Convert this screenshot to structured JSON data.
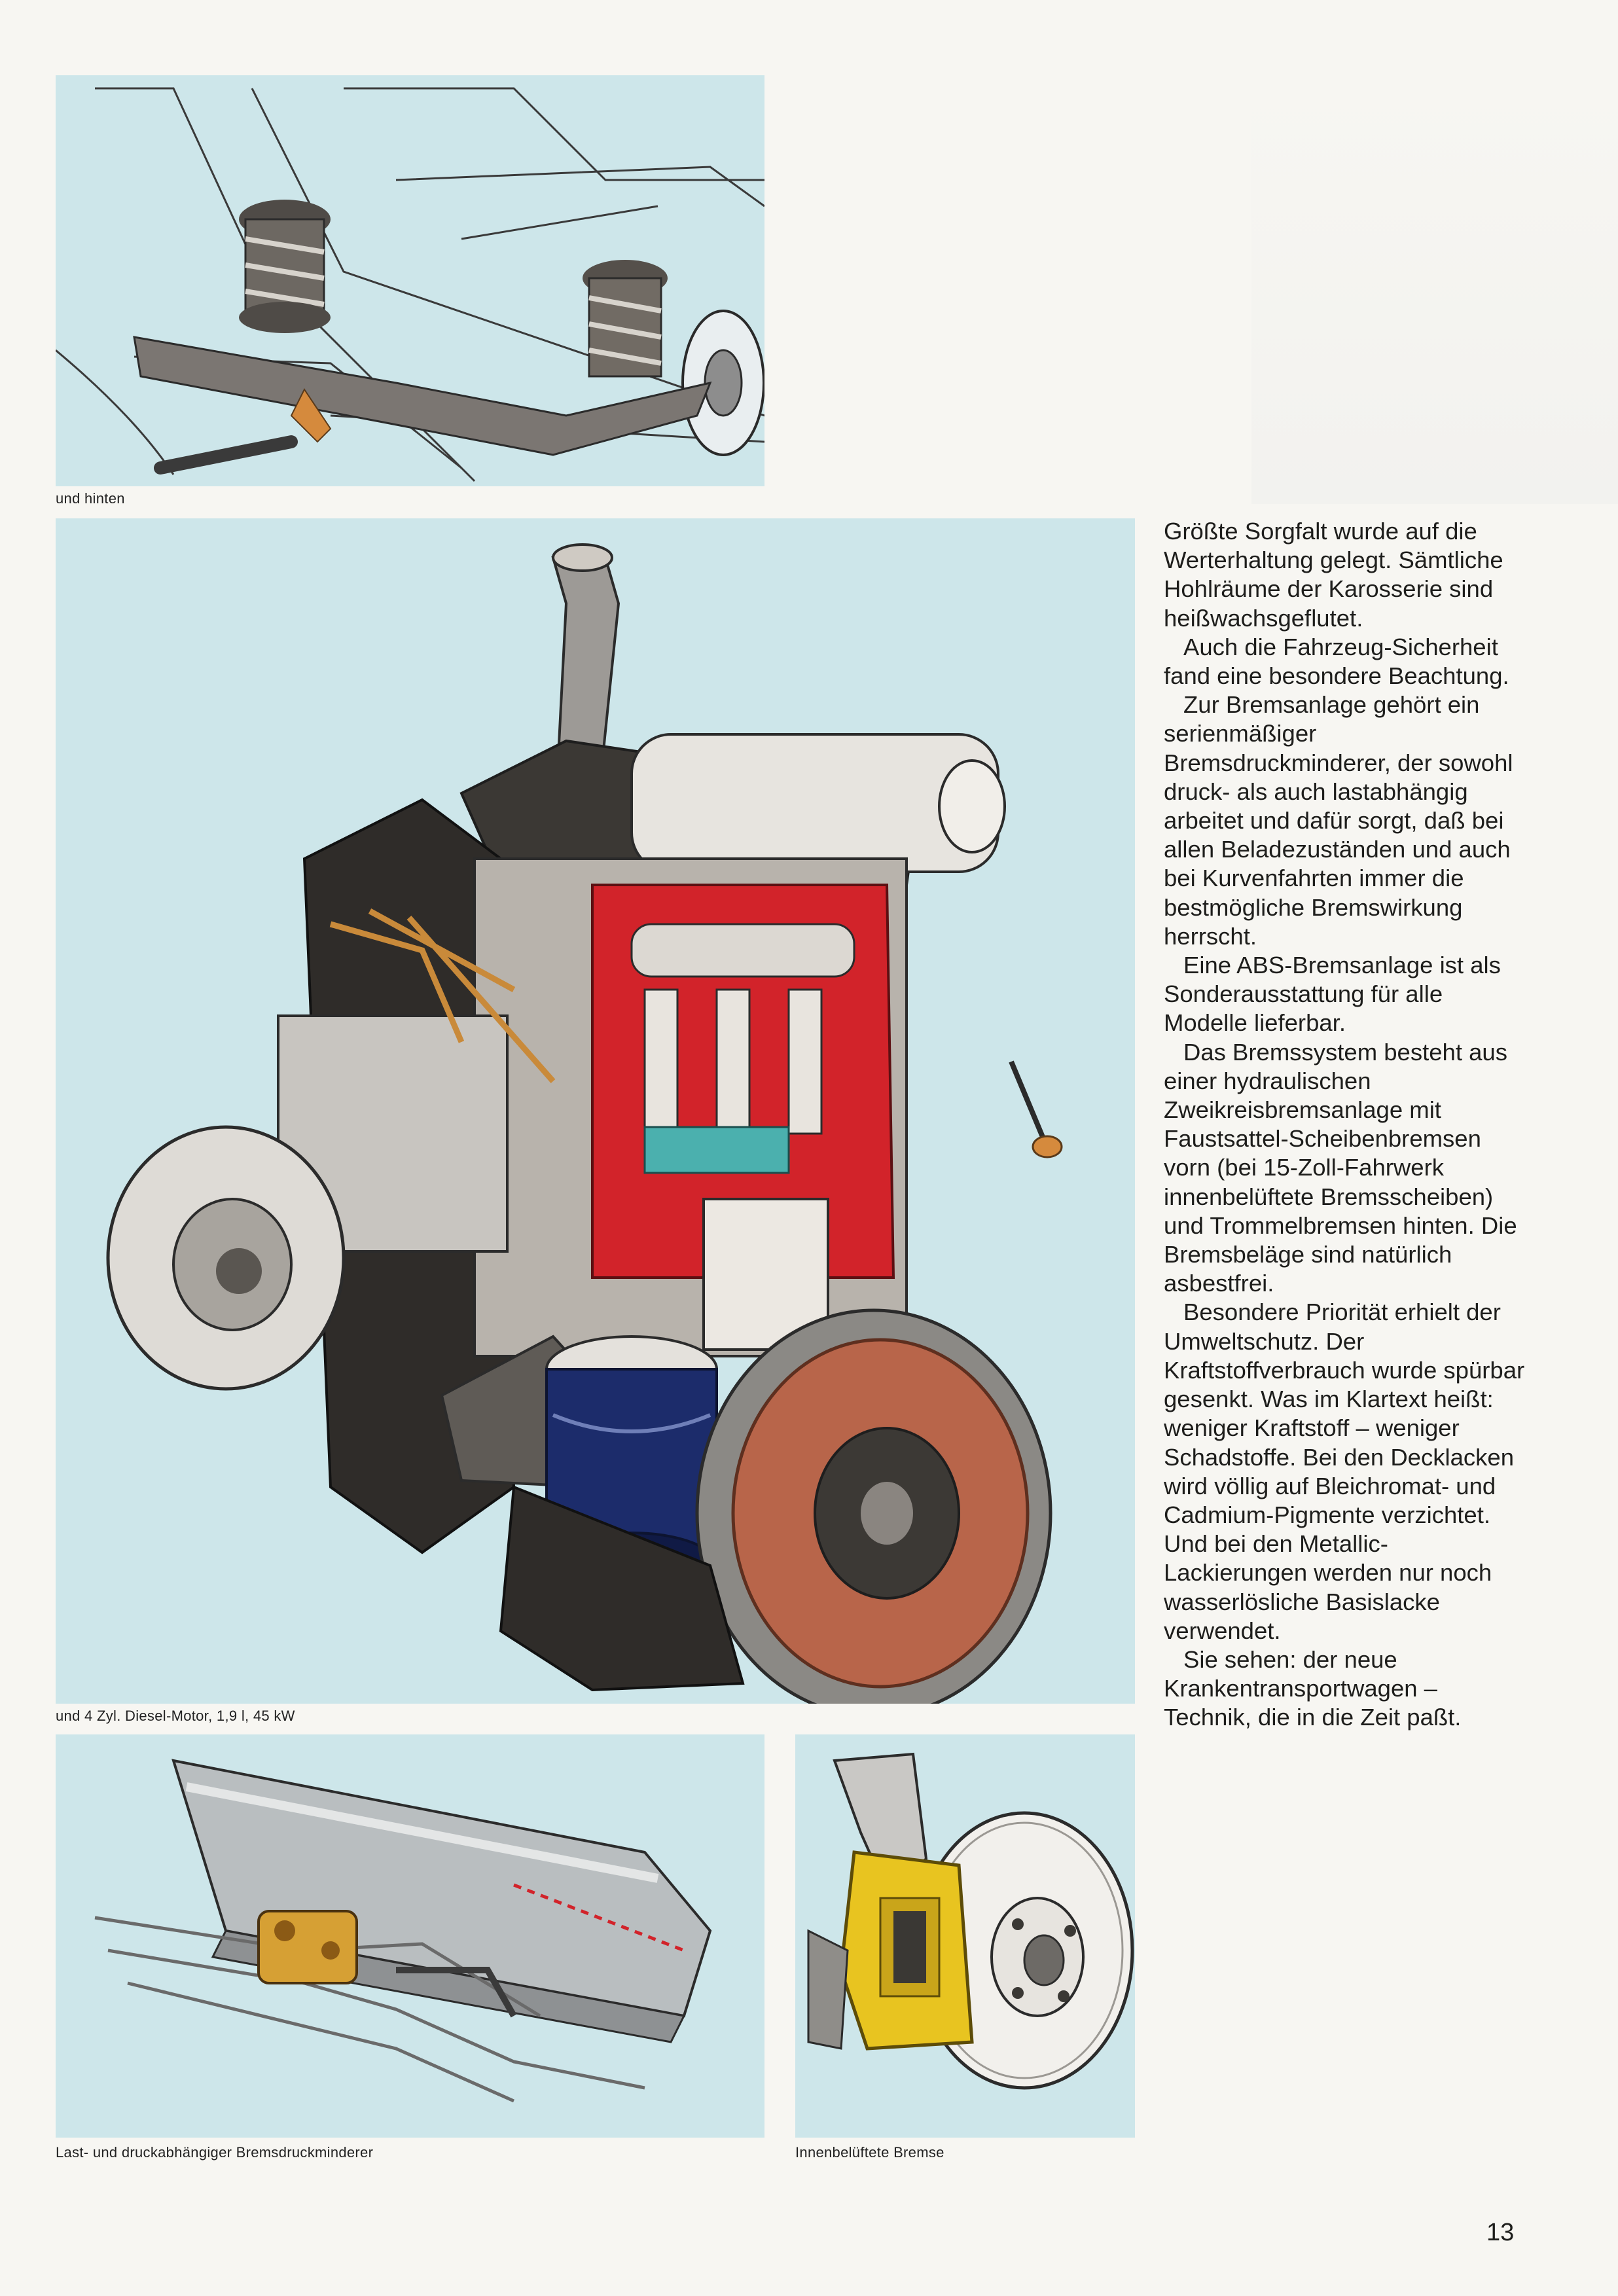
{
  "figures": {
    "rear_axle": {
      "caption": "und hinten"
    },
    "engine": {
      "caption": "und 4 Zyl. Diesel-Motor, 1,9 l, 45 kW"
    },
    "brake_regulator": {
      "caption": "Last- und druckabhängiger Bremsdruckminderer"
    },
    "brake_disc": {
      "caption": "Innenbelüftete Bremse"
    }
  },
  "body_paragraphs": [
    "Größte Sorgfalt wurde auf die Werterhaltung gelegt. Sämtliche Hohlräume der Karosserie sind heißwachsgeflutet.",
    "Auch die Fahrzeug-Sicherheit fand eine besondere Beachtung.",
    "Zur Bremsanlage gehört ein serienmäßiger Bremsdruckminderer, der sowohl druck- als auch lastabhängig arbeitet und dafür sorgt, daß bei allen Beladezuständen und auch bei Kurvenfahrten immer die bestmögliche Bremswirkung herrscht.",
    "Eine ABS-Bremsanlage ist als Sonderausstattung für alle Modelle lieferbar.",
    "Das Bremssystem besteht aus einer hydraulischen Zweikreisbremsanlage mit Faustsattel-Scheibenbremsen vorn (bei 15-Zoll-Fahrwerk innenbelüftete Bremsscheiben) und Trommelbremsen hinten. Die Bremsbeläge sind natürlich asbestfrei.",
    "Besondere Priorität erhielt der Umweltschutz. Der Kraftstoffverbrauch wurde spürbar gesenkt. Was im Klartext heißt: weniger Kraftstoff – weniger Schadstoffe. Bei den Decklacken wird völlig auf Bleichromat- und Cadmium-Pigmente verzichtet. Und bei den Metallic-Lackierungen werden nur noch wasserlösliche Basislacke verwendet.",
    "Sie sehen: der neue Krankentransportwagen – Technik, die in die Zeit paßt."
  ],
  "page_number": "13",
  "colors": {
    "panel_background": "#cde6ea",
    "page_background": "#f7f6f2",
    "cutaway_red": "#d2232a",
    "clutch_copper": "#b8654a",
    "oil_filter_blue": "#1c2c6b",
    "caliper_yellow": "#e8c420"
  }
}
